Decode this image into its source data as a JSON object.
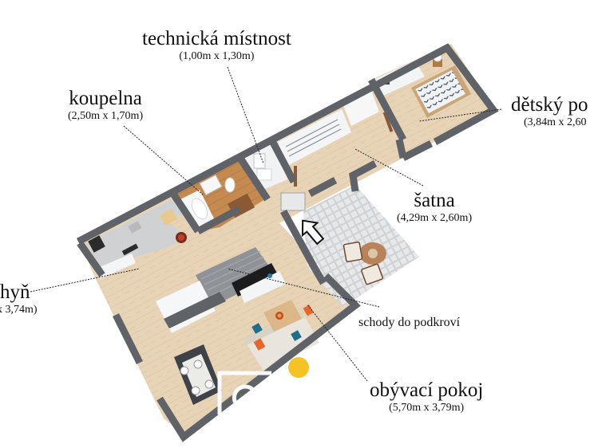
{
  "plan": {
    "colors": {
      "wall": "#5f6368",
      "wall_side": "#cfd2d5",
      "floor_wood": "#e6d2b3",
      "floor_wood_dark": "#c48a4e",
      "terrace_tile": "#e4e6e8",
      "interior_white": "#f4f5f6",
      "counter_grey": "#c9cbcd",
      "stairs_grey": "#8e9195",
      "accent_orange": "#e8662b",
      "accent_teal": "#1f6f8b",
      "sun_yellow": "#f6c324",
      "leader_line": "#222222",
      "label_text": "#111111"
    },
    "rooms": [
      {
        "id": "technicka-mistnost",
        "name": "technická místnost",
        "dims": "(1,00m x 1,30m)"
      },
      {
        "id": "koupelna",
        "name": "koupelna",
        "dims": "(2,50m x 1,70m)"
      },
      {
        "id": "detsky-pokoj",
        "name": "dětský po",
        "dims": "(3,84m x 2,60"
      },
      {
        "id": "satna",
        "name": "šatna",
        "dims": "(4,29m x 2,60m)"
      },
      {
        "id": "kuchyn",
        "name": "hyň",
        "dims": "x 3,74m)"
      },
      {
        "id": "schody",
        "name": "schody do podkroví",
        "dims": ""
      },
      {
        "id": "obyvaci-pokoj",
        "name": "obývací pokoj",
        "dims": "(5,70m x 3,79m)"
      }
    ],
    "entrance_arrow": "entrance-arrow",
    "compass_sun": "sun-marker"
  }
}
